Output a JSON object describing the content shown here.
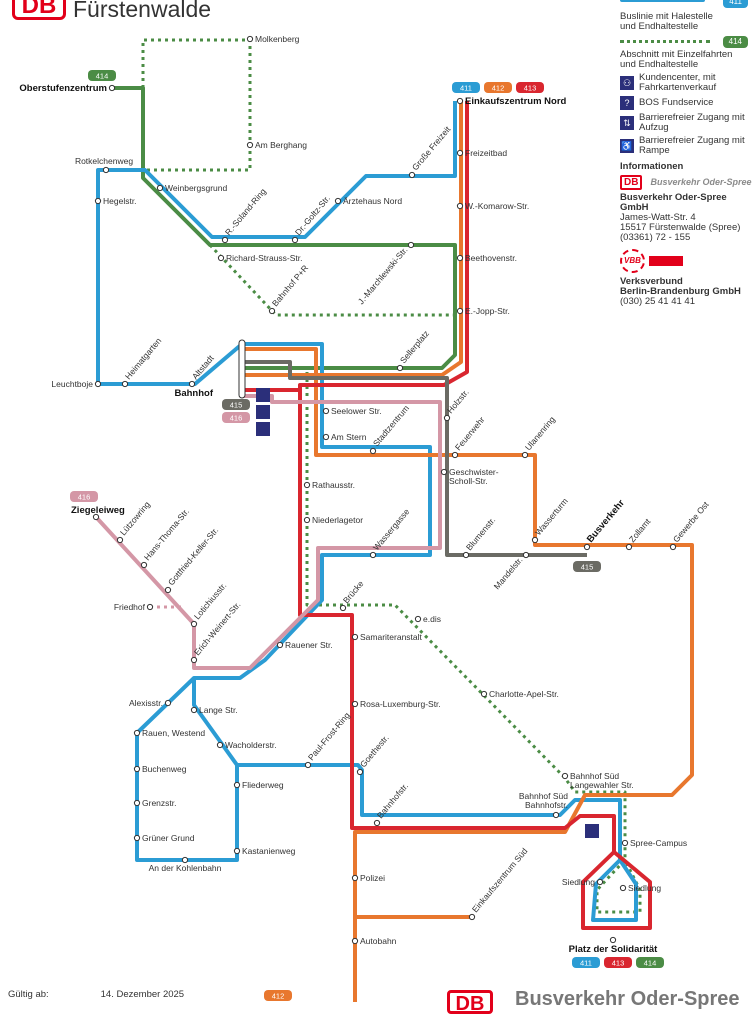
{
  "header": {
    "logo": "DB",
    "title": "Fürstenwalde"
  },
  "legend": {
    "line_badge": "411",
    "line_text": "Buslinie mit Halestelle und Endhaltestelle",
    "partial_badge": "414",
    "partial_text": "Abschnitt mit Einzelfahrten und Endhaltestelle",
    "items": [
      {
        "icon": "customer-center-icon",
        "glyph": "⚇",
        "text": "Kundencenter, mit Fahrkartenverkauf"
      },
      {
        "icon": "lost-found-icon",
        "glyph": "?",
        "text": "BOS Fundservice"
      },
      {
        "icon": "elevator-icon",
        "glyph": "⇅",
        "text": "Barrierefreier Zugang mit Aufzug"
      },
      {
        "icon": "wheelchair-icon",
        "glyph": "♿",
        "text": "Barrierefreier Zugang mit Rampe"
      }
    ]
  },
  "info": {
    "heading": "Informationen",
    "db": "DB",
    "db_name": "Busverkehr Oder-Spree",
    "company": "Busverkehr Oder-Spree GmbH",
    "street": "James-Watt-Str. 4",
    "city": "15517 Fürstenwalde (Spree)",
    "phone": "(03361) 72 - 155",
    "vbb_logo": "VBB",
    "vbb_name1": "Verksverbund",
    "vbb_name2": "Berlin-Brandenburg GmbH",
    "vbb_phone": "(030) 25 41 41 41"
  },
  "lines": [
    {
      "id": "411",
      "color": "#2b9cd4"
    },
    {
      "id": "412",
      "color": "#e8772e"
    },
    {
      "id": "413",
      "color": "#d9262f"
    },
    {
      "id": "414",
      "color": "#4b8c45"
    },
    {
      "id": "415",
      "color": "#6b6b64"
    },
    {
      "id": "416",
      "color": "#d497a6"
    }
  ],
  "stations": [
    {
      "name": "Molkenberg"
    },
    {
      "name": "Am Berghang"
    },
    {
      "name": "Oberstufenzentrum",
      "bold": true
    },
    {
      "name": "Rotkelchenweg"
    },
    {
      "name": "Hegelstr."
    },
    {
      "name": "Weinbergsgrund"
    },
    {
      "name": "R.-Soland-Ring"
    },
    {
      "name": "Dr.-Goltz-Str."
    },
    {
      "name": "Ärztehaus Nord"
    },
    {
      "name": "Große Freizeit"
    },
    {
      "name": "Richard-Strauss-Str."
    },
    {
      "name": "Bahnhof P+R"
    },
    {
      "name": "J.-Marchlewski-Str."
    },
    {
      "name": "Einkaufszentrum Nord",
      "bold": true
    },
    {
      "name": "Freizeitbad"
    },
    {
      "name": "W.-Komarow-Str."
    },
    {
      "name": "Beethovenstr."
    },
    {
      "name": "E.-Jopp-Str."
    },
    {
      "name": "Leuchtboje"
    },
    {
      "name": "Heimatgarten"
    },
    {
      "name": "Altstadt"
    },
    {
      "name": "Bahnhof",
      "bold": true
    },
    {
      "name": "Sellerplatz"
    },
    {
      "name": "Seelower Str."
    },
    {
      "name": "Stadtzentrum"
    },
    {
      "name": "Holzstr."
    },
    {
      "name": "Am Stern"
    },
    {
      "name": "Feuerwehr"
    },
    {
      "name": "Ulanenring"
    },
    {
      "name": "Geschwister-",
      "name2": "Scholl-Str."
    },
    {
      "name": "Rathausstr."
    },
    {
      "name": "Niederlagetor"
    },
    {
      "name": "Wassergasse"
    },
    {
      "name": "Blumenstr."
    },
    {
      "name": "Mandelstr."
    },
    {
      "name": "Wasserturm"
    },
    {
      "name": "Busverkehr",
      "bold": true
    },
    {
      "name": "Zollamt"
    },
    {
      "name": "Gewerbe Ost"
    },
    {
      "name": "Ziegeleiweg",
      "bold": true
    },
    {
      "name": "Lützowring"
    },
    {
      "name": "Hans-Thoma-Str."
    },
    {
      "name": "Gottfried-Keller-Str."
    },
    {
      "name": "Friedhof"
    },
    {
      "name": "Lotichiusstr."
    },
    {
      "name": "Erich-Weinert-Str."
    },
    {
      "name": "Rauener Str."
    },
    {
      "name": "Brücke"
    },
    {
      "name": "e.dis"
    },
    {
      "name": "Samariteranstalt"
    },
    {
      "name": "Alexisstr."
    },
    {
      "name": "Lange Str."
    },
    {
      "name": "Rauen, Westend"
    },
    {
      "name": "Wacholderstr."
    },
    {
      "name": "Paul-Frost-Ring"
    },
    {
      "name": "Goethestr."
    },
    {
      "name": "Rosa-Luxemburg-Str."
    },
    {
      "name": "Charlotte-Apel-Str."
    },
    {
      "name": "Buchenweg"
    },
    {
      "name": "Grenzstr."
    },
    {
      "name": "Grüner Grund"
    },
    {
      "name": "Fliederweg"
    },
    {
      "name": "Kastanienweg"
    },
    {
      "name": "An der Kohlenbahn"
    },
    {
      "name": "Bahnhofstr."
    },
    {
      "name": "Bahnhof Süd",
      "name2": "Bahnhofstr."
    },
    {
      "name": "Bahnhof Süd",
      "name2": "Langewahler Str."
    },
    {
      "name": "Spree-Campus"
    },
    {
      "name": "Siedlung"
    },
    {
      "name": "Siedlung"
    },
    {
      "name": "Polizei"
    },
    {
      "name": "Autobahn"
    },
    {
      "name": "Einkaufszentrum Süd"
    },
    {
      "name": "Platz der Solidarität",
      "bold": true
    }
  ],
  "terminal_badges": [
    {
      "line": "414",
      "at": "Oberstufenzentrum"
    },
    {
      "line": "411",
      "at": "Einkaufszentrum Nord"
    },
    {
      "line": "412",
      "at": "Einkaufszentrum Nord"
    },
    {
      "line": "413",
      "at": "Einkaufszentrum Nord"
    },
    {
      "line": "415",
      "at": "Bahnhof"
    },
    {
      "line": "416",
      "at": "Bahnhof"
    },
    {
      "line": "415",
      "at": "Busverkehr"
    },
    {
      "line": "416",
      "at": "Ziegeleiweg"
    },
    {
      "line": "411",
      "at": "Platz der Solidarität"
    },
    {
      "line": "413",
      "at": "Platz der Solidarität"
    },
    {
      "line": "414",
      "at": "Platz der Solidarität"
    },
    {
      "line": "412",
      "at": "footer"
    }
  ],
  "footer": {
    "valid_label": "Gültig ab:",
    "valid_date": "14. Dezember 2025",
    "db": "DB",
    "name": "Busverkehr Oder-Spree"
  }
}
